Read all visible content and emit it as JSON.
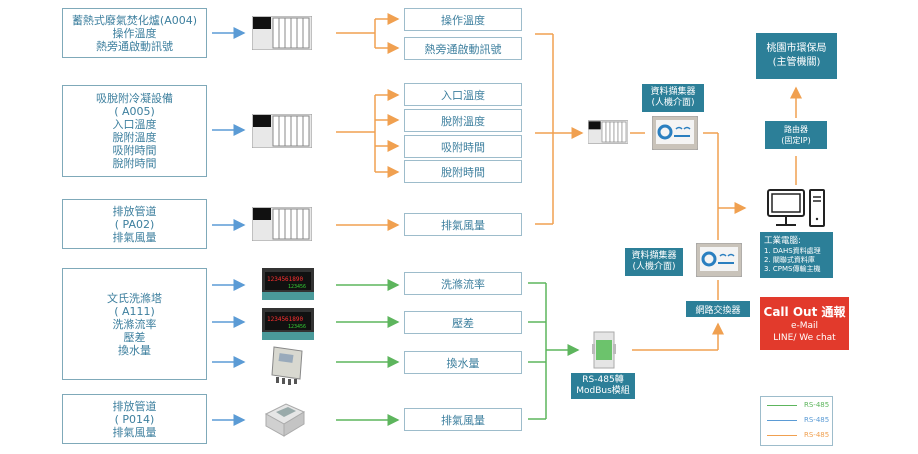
{
  "sources": [
    {
      "lines": [
        "蓄熱式廢氣焚化爐(A004)",
        "操作溫度",
        "熱旁通啟動訊號"
      ]
    },
    {
      "lines": [
        "吸脫附冷凝設備",
        "( A005)",
        "入口溫度",
        "脫附溫度",
        "吸附時間",
        "脫附時間"
      ]
    },
    {
      "lines": [
        "排放管道",
        "( PA02)",
        "排氣風量"
      ]
    },
    {
      "lines": [
        "文氏洗滌塔",
        "( A111)",
        "洗滌流率",
        "壓差",
        "換水量"
      ]
    },
    {
      "lines": [
        "排放管道",
        "( P014)",
        "排氣風量"
      ]
    }
  ],
  "signals": [
    "操作溫度",
    "熱旁通啟動訊號",
    "入口溫度",
    "脫附溫度",
    "吸附時間",
    "脫附時間",
    "排氣風量",
    "洗滌流率",
    "壓差",
    "換水量",
    "排氣風量"
  ],
  "collector_top": {
    "line1": "資料擷集器",
    "line2": "(人機介面)"
  },
  "collector_bottom": {
    "line1": "資料擷集器",
    "line2": "(人機介面)"
  },
  "network_switch": "網路交換器",
  "modbus_module": {
    "line1": "RS-485轉",
    "line2": "ModBus模組"
  },
  "agency": {
    "line1": "桃園市環保局",
    "line2": "(主管機關)"
  },
  "router": {
    "line1": "路由器",
    "line2": "(固定IP)"
  },
  "industrial_pc": {
    "title": "工業電腦:",
    "items": [
      "1. DAHS資料處理",
      "2. 關聯式資料庫",
      "3. CPMS傳輸主機"
    ]
  },
  "callout": {
    "title": "Call Out 通報",
    "line2": "e-Mail",
    "line3": "LINE/ We chat"
  },
  "legend": [
    {
      "label": "RS-485",
      "color": "#5db55d"
    },
    {
      "label": "RS-485",
      "color": "#5b9bd5"
    },
    {
      "label": "RS-485",
      "color": "#f0a050"
    }
  ],
  "colors": {
    "blue": "#5b9bd5",
    "orange": "#f0a050",
    "green": "#5db55d",
    "teal": "#2c7f98",
    "red": "#e23a2c"
  }
}
